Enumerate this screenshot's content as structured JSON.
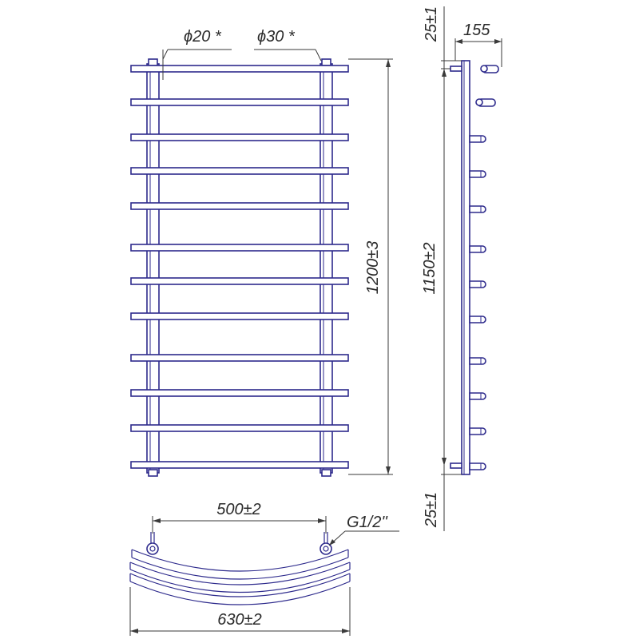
{
  "title": "",
  "colors": {
    "line": "#2d2a8c",
    "dimension": "#3a3a3a",
    "background": "#ffffff"
  },
  "front_view": {
    "rung_count": 12
  },
  "side_view": {
    "rung_count": 12
  },
  "dimensions": {
    "pipe_rung_diameter": "ϕ20 *",
    "pipe_riser_diameter": "ϕ30 *",
    "total_height": "1200±3",
    "center_distance_vertical": "1150±2",
    "top_offset": "25±1",
    "bottom_offset": "25±1",
    "depth": "155",
    "center_distance_horizontal": "500±2",
    "connection_thread": "G1/2''",
    "total_width": "630±2"
  }
}
